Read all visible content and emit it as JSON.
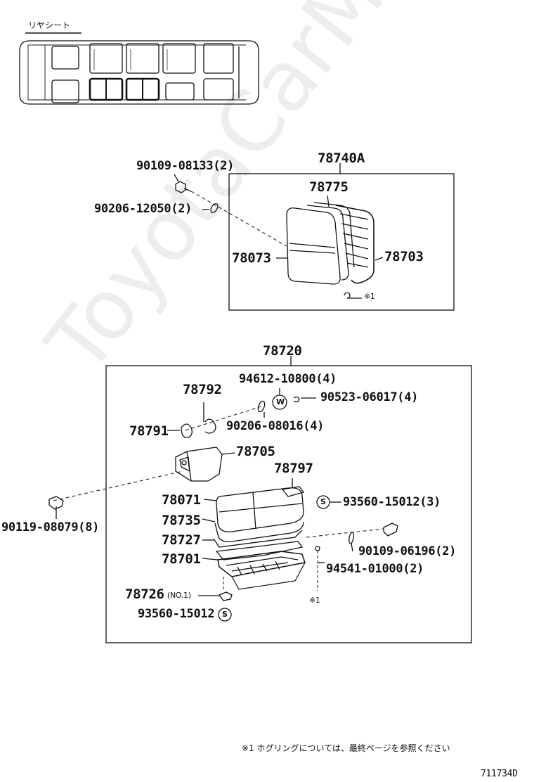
{
  "header": {
    "section_label": "リヤシート"
  },
  "watermark": "ToyotaCarMine.ru",
  "groups": {
    "back": {
      "assembly": "78740A",
      "parts": {
        "bolt_top": "90109-08133(2)",
        "washer_top": "90206-12050(2)",
        "frame_top": "78775",
        "cover": "78073",
        "spring": "78703",
        "ring_note": "※1"
      }
    },
    "cushion": {
      "assembly": "78720",
      "parts": {
        "hinge_bolt": "94612-10800(4)",
        "nut": "90523-06017(4)",
        "hinge_spring": "78792",
        "hinge_pin": "78791",
        "washer": "90206-08016(4)",
        "bracket": "78705",
        "label_plate": "78797",
        "cover": "78071",
        "clip_s1": "93560-15012(3)",
        "pad": "78735",
        "protector": "78727",
        "frame": "78701",
        "bolt_side": "90109-06196(2)",
        "ring": "94541-01000(2)",
        "stopper": "78726",
        "stopper_note": "(NO.1)",
        "clip_s2": "93560-15012",
        "ring_note": "※1",
        "bolt_left": "90119-08079(8)"
      }
    }
  },
  "legend": {
    "s_symbol": "S",
    "w_symbol": "W"
  },
  "footnote": "※1  ホグリングについては、最終ページを参照ください",
  "drawing_id": "711734D"
}
